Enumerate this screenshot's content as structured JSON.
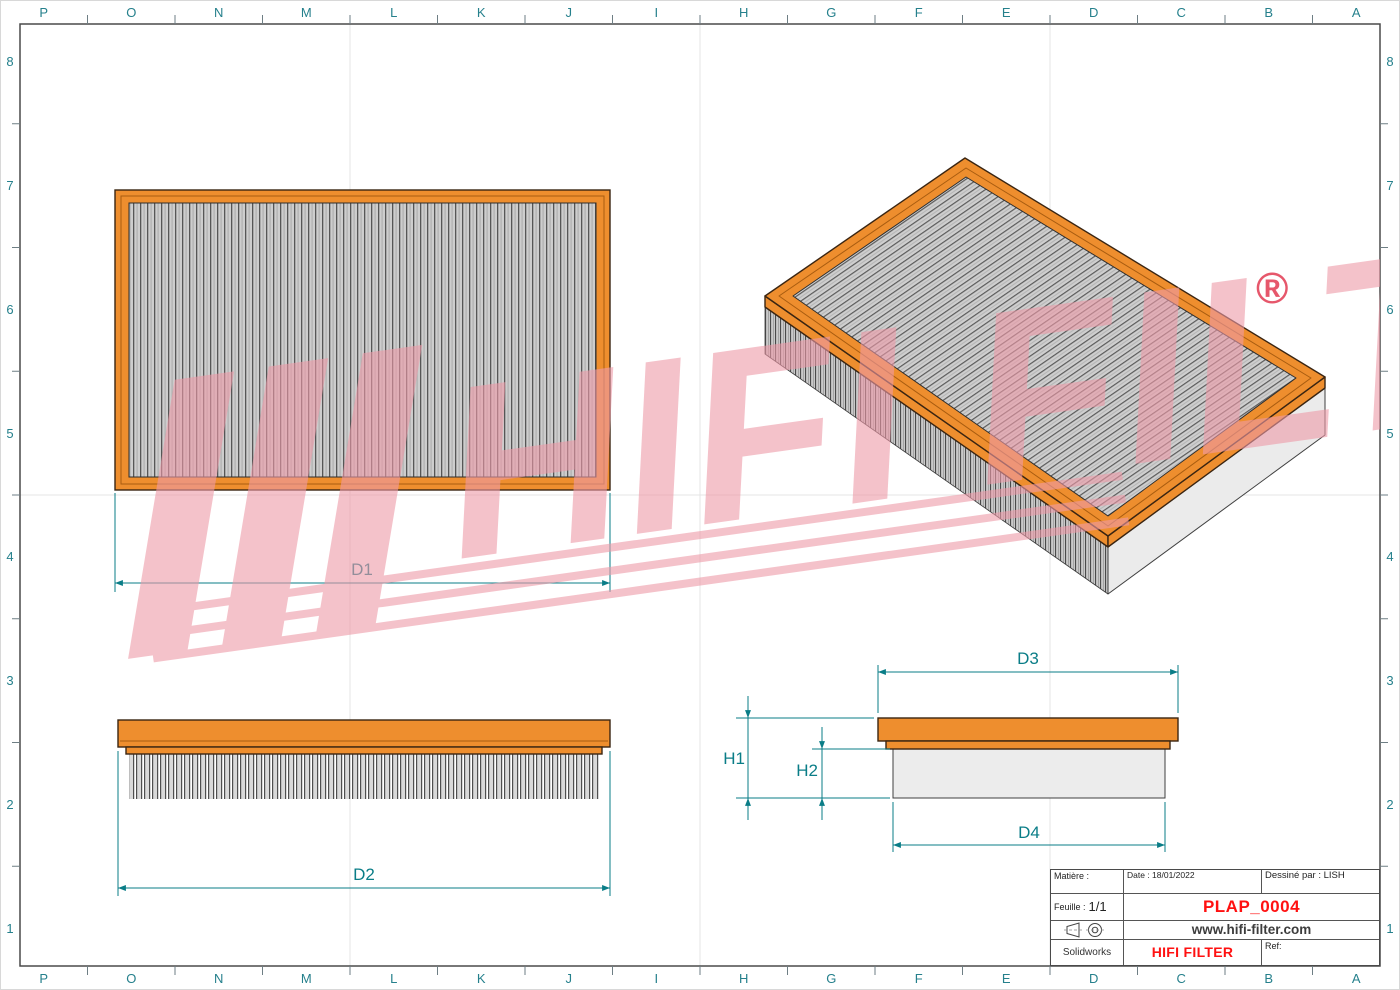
{
  "sheet": {
    "grid": {
      "cols": [
        "P",
        "O",
        "N",
        "M",
        "L",
        "K",
        "J",
        "I",
        "H",
        "G",
        "F",
        "E",
        "D",
        "C",
        "B",
        "A"
      ],
      "rows": [
        "8",
        "7",
        "6",
        "5",
        "4",
        "3",
        "2",
        "1"
      ]
    }
  },
  "dims": {
    "d1": "D1",
    "d2": "D2",
    "d3": "D3",
    "d4": "D4",
    "h1": "H1",
    "h2": "H2"
  },
  "watermark": {
    "brand": "HIFI FILTER",
    "registered": "®"
  },
  "title_block": {
    "material_label": "Matière :",
    "date": "Date : 18/01/2022",
    "drawn_by": "Dessiné par : LISH",
    "sheet_label": "Feuille :",
    "sheet_value": "1/1",
    "part_number": "PLAP_0004",
    "website": "www.hifi-filter.com",
    "cad_name": "Solidworks",
    "brand": "HIFI FILTER",
    "ref_label": "Ref:"
  },
  "colors": {
    "frame_orange": "#ee8e2e",
    "pleat_gray": "#cdcdcd",
    "dim_teal": "#0a7d87",
    "grid_teal": "#25808c",
    "watermark_pink": "#ee9aa8",
    "part_red": "#ff1111"
  }
}
